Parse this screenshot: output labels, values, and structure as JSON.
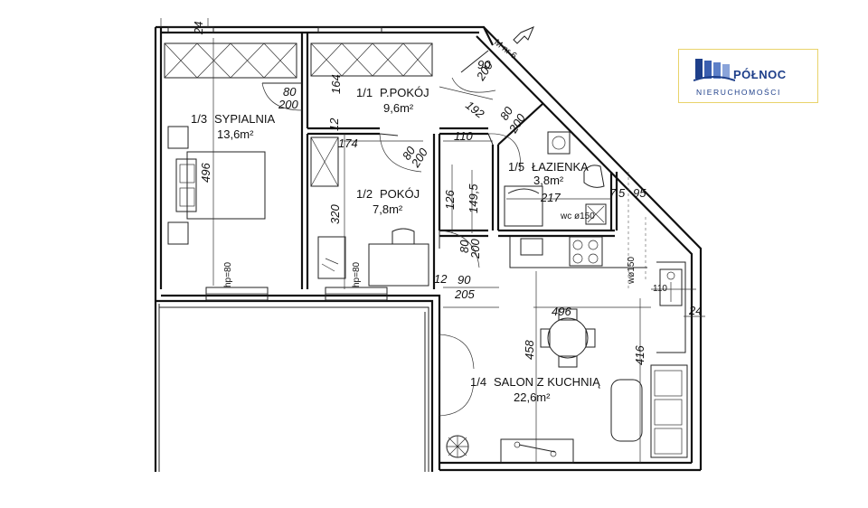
{
  "logo": {
    "name": "PÓŁNOC",
    "subtitle": "NIERUCHOMOŚCI"
  },
  "rooms": [
    {
      "number": "1/1",
      "name": "P.POKÓJ",
      "area": "9,6m²"
    },
    {
      "number": "1/2",
      "name": "POKÓJ",
      "area": "7,8m²"
    },
    {
      "number": "1/3",
      "name": "SYPIALNIA",
      "area": "13,6m²"
    },
    {
      "number": "1/4",
      "name": "SALON Z KUCHNIĄ",
      "area": "22,6m²"
    },
    {
      "number": "1/5",
      "name": "ŁAZIENKA",
      "area": "3,8m²"
    }
  ],
  "labels": {
    "north": "M nr 6",
    "sill1": "hp=80",
    "sill2": "hp=80",
    "wc": "wc ø150",
    "ventilation": "wø150"
  },
  "dimensions": {
    "d24a": "24",
    "d164": "164",
    "d80a": "80",
    "d200a": "200",
    "d496v": "496",
    "d174": "174",
    "d12": "12",
    "d110a": "110",
    "d80b": "80",
    "d200b": "200",
    "d320": "320",
    "d126": "126",
    "d149": "149,5",
    "d80c": "80",
    "d200c": "200",
    "d12b": "12",
    "d90": "90",
    "d205": "205",
    "d192": "192",
    "d80d": "80",
    "d200d": "200",
    "d90b": "90",
    "d200e": "200",
    "d217": "217",
    "d7": "7",
    "d5": "5",
    "d95": "95",
    "d110b": "110",
    "d496h": "496",
    "d458": "458",
    "d416": "416",
    "d24b": "24"
  },
  "colors": {
    "line": "#111111",
    "logo_blue": "#1e3f8a",
    "logo_border": "#e9d36a"
  }
}
